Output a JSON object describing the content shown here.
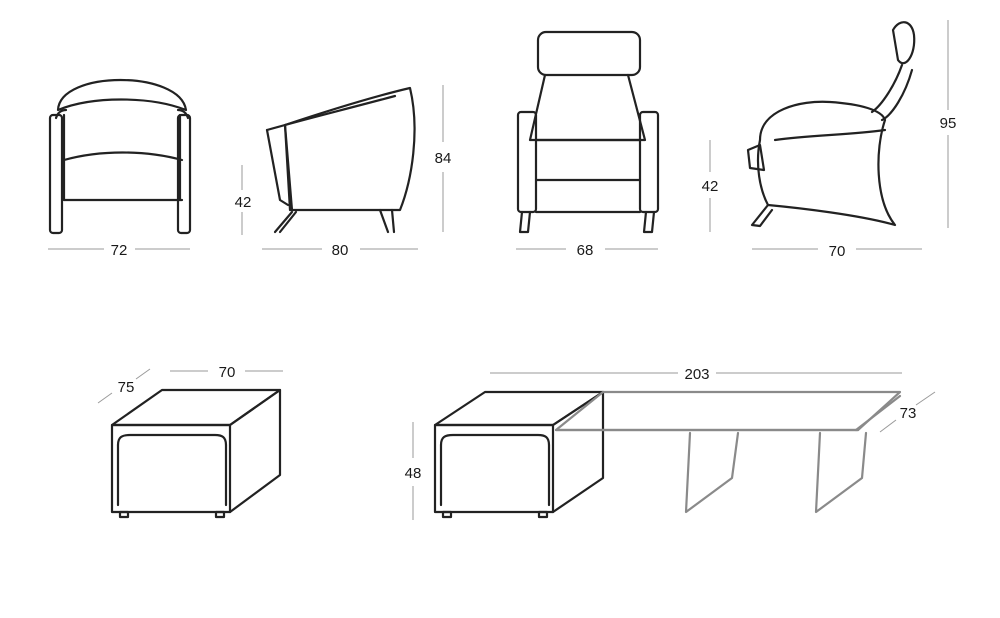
{
  "dimensions": {
    "armchair_front_width": "72",
    "armchair_side_depth": "80",
    "armchair_seat_height": "42",
    "armchair_height": "84",
    "recliner_front_width": "68",
    "recliner_seat_height": "42",
    "recliner_side_depth": "70",
    "recliner_height": "95",
    "pouf_width": "70",
    "pouf_depth": "75",
    "sofa_width": "203",
    "sofa_depth": "73",
    "sofa_height": "48"
  }
}
